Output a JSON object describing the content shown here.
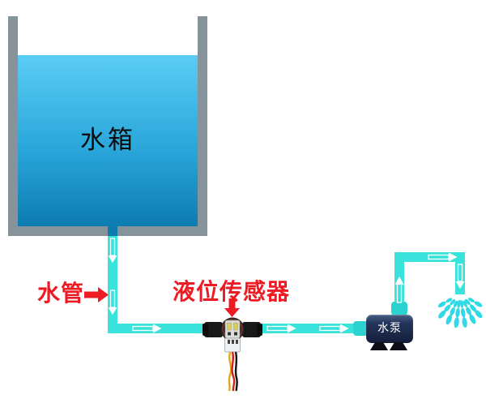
{
  "labels": {
    "tank": "水箱",
    "pipe": "水管",
    "sensor": "液位传感器",
    "pump": "水泵"
  },
  "colors": {
    "pipe_cyan": "#39e2da",
    "pipe_connector_cyan": "#2bd2d0",
    "water_gradient_top": "#5bcdf5",
    "water_gradient_bottom": "#0d7cb0",
    "tank_wall_gray": "#87939a",
    "label_red": "#ed1c24",
    "flow_arrow_white": "#ffffff",
    "pump_body_navy": "#1c2944",
    "spray_cyan": "#2fd9e6",
    "sensor_wire_yellow": "#e0a81e",
    "sensor_wire_red": "#cf2318",
    "sensor_wire_black": "#151515"
  }
}
